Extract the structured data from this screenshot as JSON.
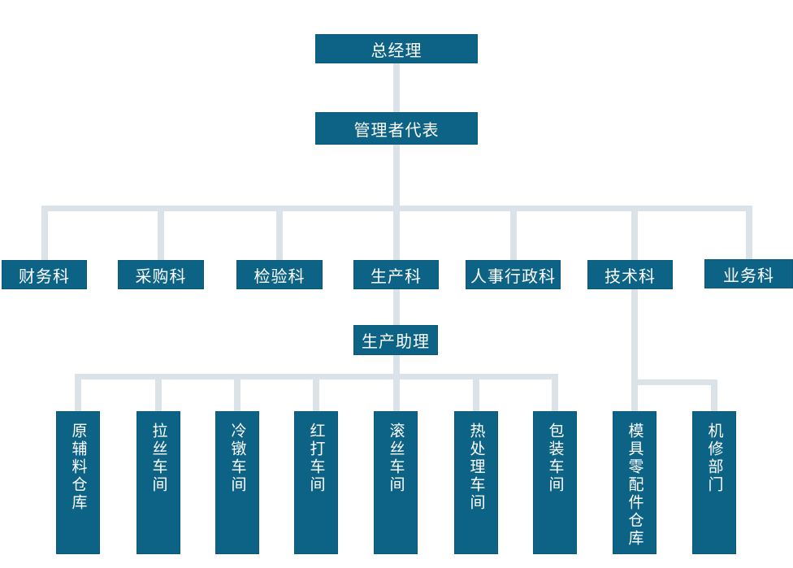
{
  "diagram": {
    "type": "org-chart",
    "colors": {
      "node_fill": "#0d6386",
      "node_border": "#0b587a",
      "node_text": "#ffffff",
      "connector": "#dce3e8",
      "background": "#ffffff"
    },
    "root": {
      "label": "总经理"
    },
    "management_rep": {
      "label": "管理者代表",
      "parent": "总经理"
    },
    "departments": {
      "parent": "管理者代表",
      "items": [
        {
          "label": "财务科"
        },
        {
          "label": "采购科"
        },
        {
          "label": "检验科"
        },
        {
          "label": "生产科"
        },
        {
          "label": "人事行政科"
        },
        {
          "label": "技术科"
        },
        {
          "label": "业务科"
        }
      ]
    },
    "production_assistant": {
      "label": "生产助理",
      "parent": "生产科"
    },
    "production_units": {
      "parent": "生产助理",
      "items": [
        {
          "label": "原辅料仓库"
        },
        {
          "label": "拉丝车间"
        },
        {
          "label": "冷镦车间"
        },
        {
          "label": "红打车间"
        },
        {
          "label": "滚丝车间"
        },
        {
          "label": "热处理车间"
        },
        {
          "label": "包装车间"
        }
      ]
    },
    "technical_units": {
      "parent": "技术科",
      "items": [
        {
          "label": "模具零配件仓库"
        },
        {
          "label": "机修部门"
        }
      ]
    }
  }
}
